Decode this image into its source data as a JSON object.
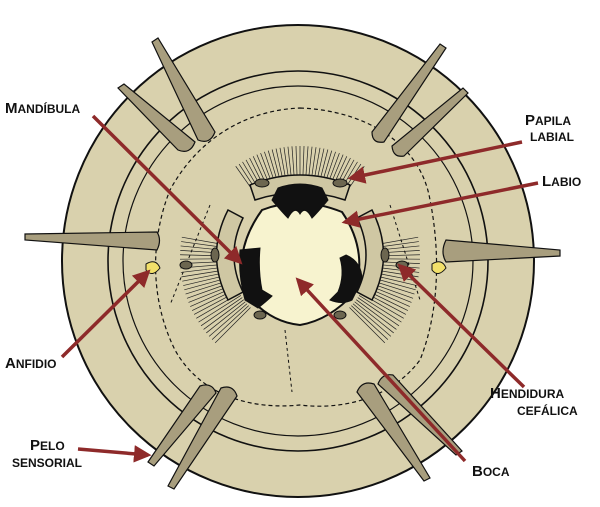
{
  "labels": {
    "mandibula": {
      "first": "M",
      "rest": "ANDÍBULA"
    },
    "papila": {
      "first": "P",
      "rest": "APILA",
      "line2": "LABIAL"
    },
    "labio": {
      "first": "L",
      "rest": "ABIO"
    },
    "anfidio": {
      "first": "A",
      "rest": "NFIDIO"
    },
    "hendidura": {
      "first": "H",
      "rest": "ENDIDURA",
      "line2": "CEFÁLICA"
    },
    "pelo": {
      "first": "P",
      "rest": "ELO",
      "line2": "SENSORIAL"
    },
    "boca": {
      "first": "B",
      "rest": "OCA"
    }
  },
  "colors": {
    "body_fill": "#d9d1ad",
    "mouth_fill": "#f7f3cf",
    "arrow": "#8e2a2a",
    "ink": "#111111",
    "setae_fill": "#a89e7e",
    "amphid_fill": "#f2e06a"
  }
}
